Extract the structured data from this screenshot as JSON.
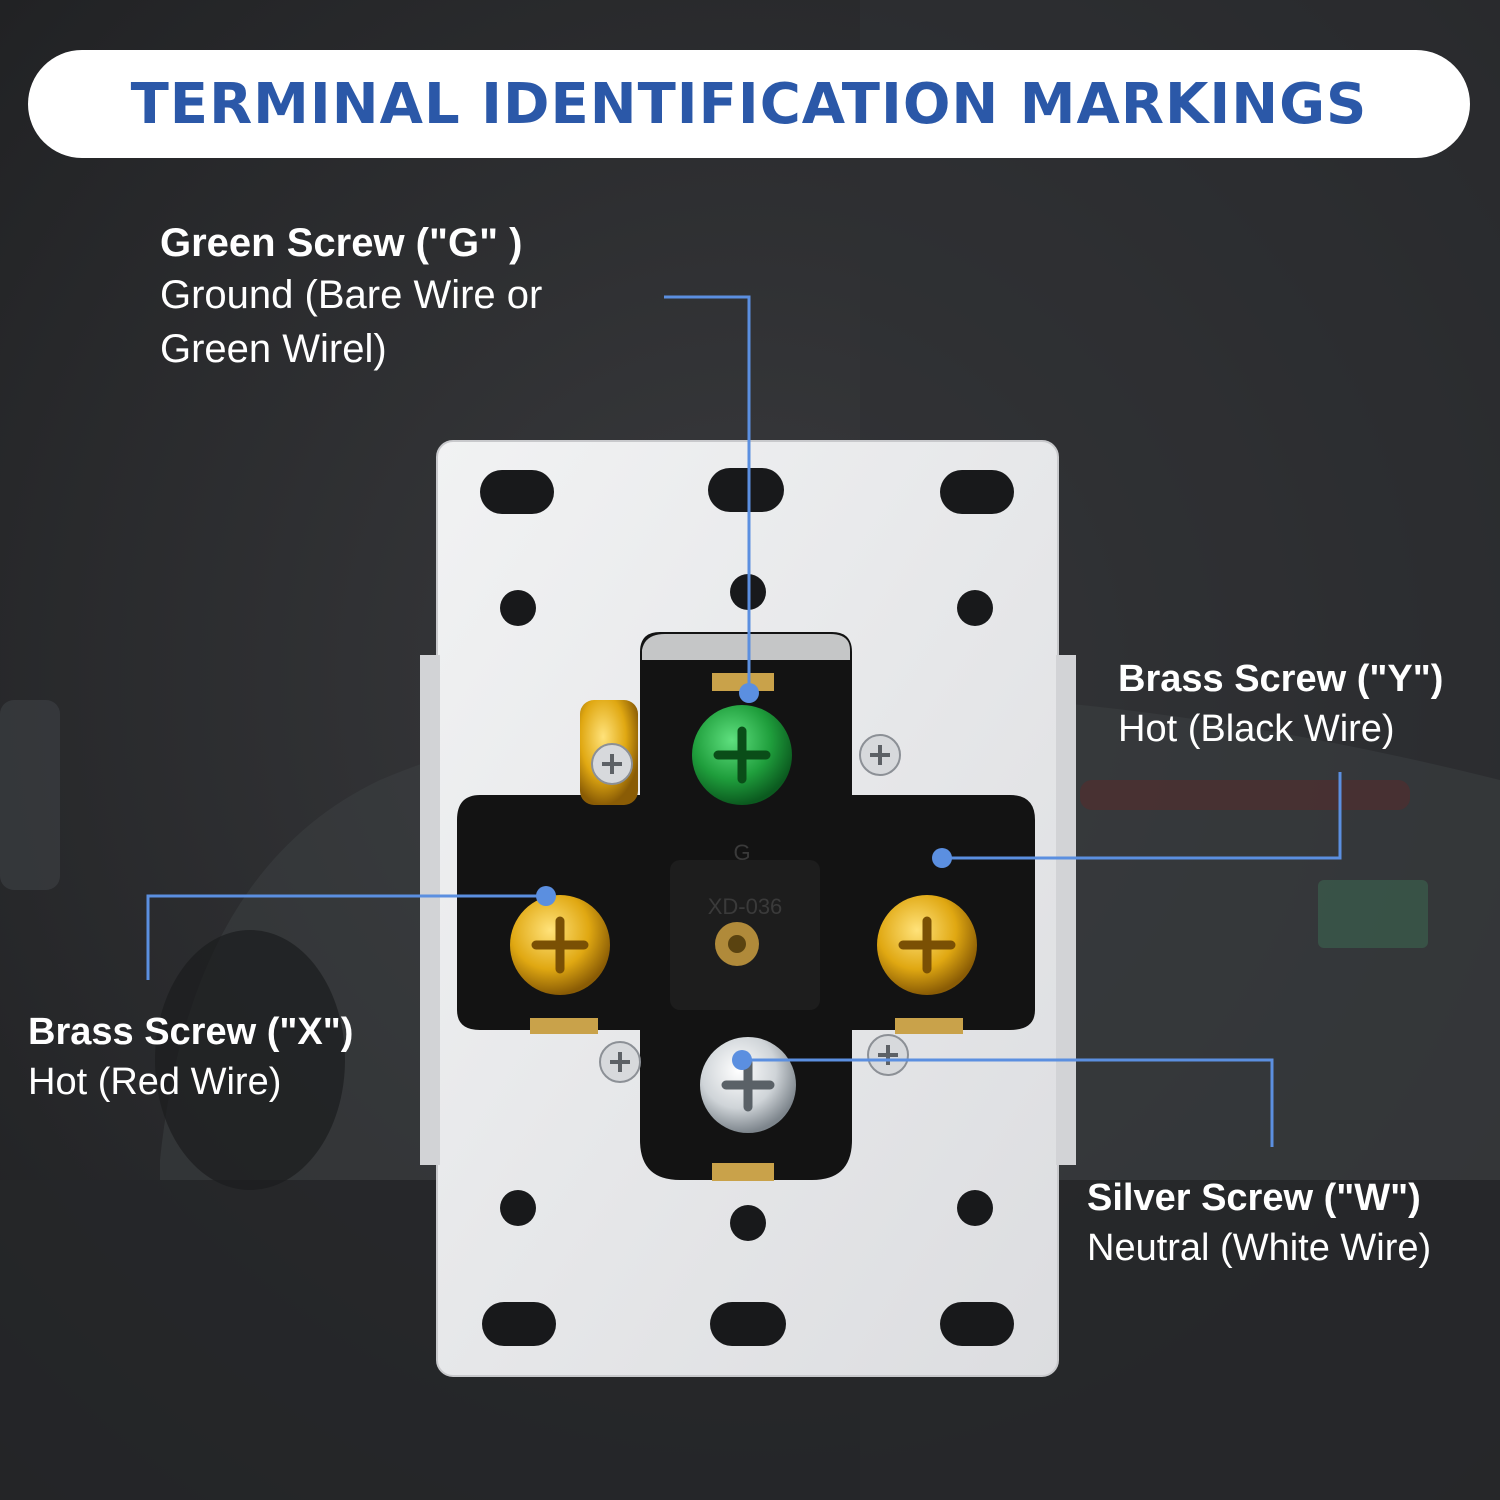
{
  "title": "TERMINAL IDENTIFICATION MARKINGS",
  "colors": {
    "accent_blue": "#2b58a8",
    "leader_line": "#5b8fe0",
    "green_screw": "#1f9e3c",
    "brass_screw": "#e0a812",
    "silver_screw": "#cfd4d8",
    "plate": "#e7e8ea",
    "body": "#121212"
  },
  "callouts": {
    "g": {
      "head": "Green Screw (\"G\" )",
      "line1": "Ground (Bare Wire or",
      "line2": "Green Wirel)"
    },
    "y": {
      "head": "Brass Screw (\"Y\")",
      "line1": "Hot (Black Wire)"
    },
    "x": {
      "head": "Brass Screw (\"X\")",
      "line1": "Hot (Red Wire)"
    },
    "w": {
      "head": "Silver Screw (\"W\")",
      "line1": "Neutral (White Wire)"
    }
  },
  "receptacle_markings": {
    "g": "G",
    "model": "XD-036"
  }
}
